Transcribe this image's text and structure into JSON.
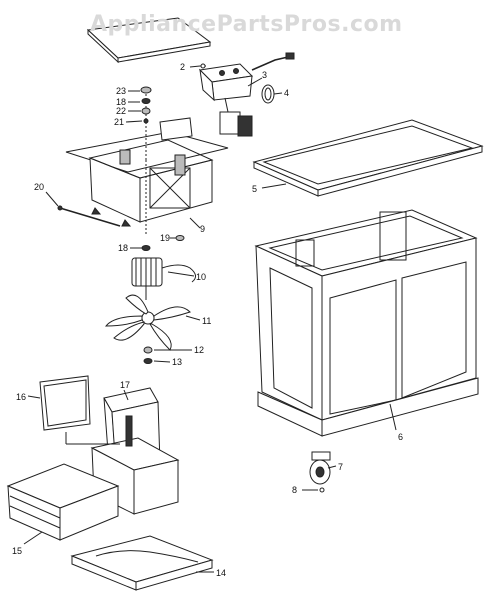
{
  "watermark": "AppliancePartsPros.com",
  "callouts": [
    {
      "id": "c2",
      "text": "2"
    },
    {
      "id": "c3",
      "text": "3"
    },
    {
      "id": "c4",
      "text": "4"
    },
    {
      "id": "c5",
      "text": "5"
    },
    {
      "id": "c6",
      "text": "6"
    },
    {
      "id": "c7",
      "text": "7"
    },
    {
      "id": "c8",
      "text": "8"
    },
    {
      "id": "c9",
      "text": "9"
    },
    {
      "id": "c10",
      "text": "10"
    },
    {
      "id": "c11",
      "text": "11"
    },
    {
      "id": "c12",
      "text": "12"
    },
    {
      "id": "c13",
      "text": "13"
    },
    {
      "id": "c14",
      "text": "14"
    },
    {
      "id": "c15",
      "text": "15"
    },
    {
      "id": "c16",
      "text": "16"
    },
    {
      "id": "c17",
      "text": "17"
    },
    {
      "id": "c18a",
      "text": "18"
    },
    {
      "id": "c18b",
      "text": "18"
    },
    {
      "id": "c19",
      "text": "19"
    },
    {
      "id": "c20",
      "text": "20"
    },
    {
      "id": "c21",
      "text": "21"
    },
    {
      "id": "c22",
      "text": "22"
    },
    {
      "id": "c23",
      "text": "23"
    }
  ]
}
